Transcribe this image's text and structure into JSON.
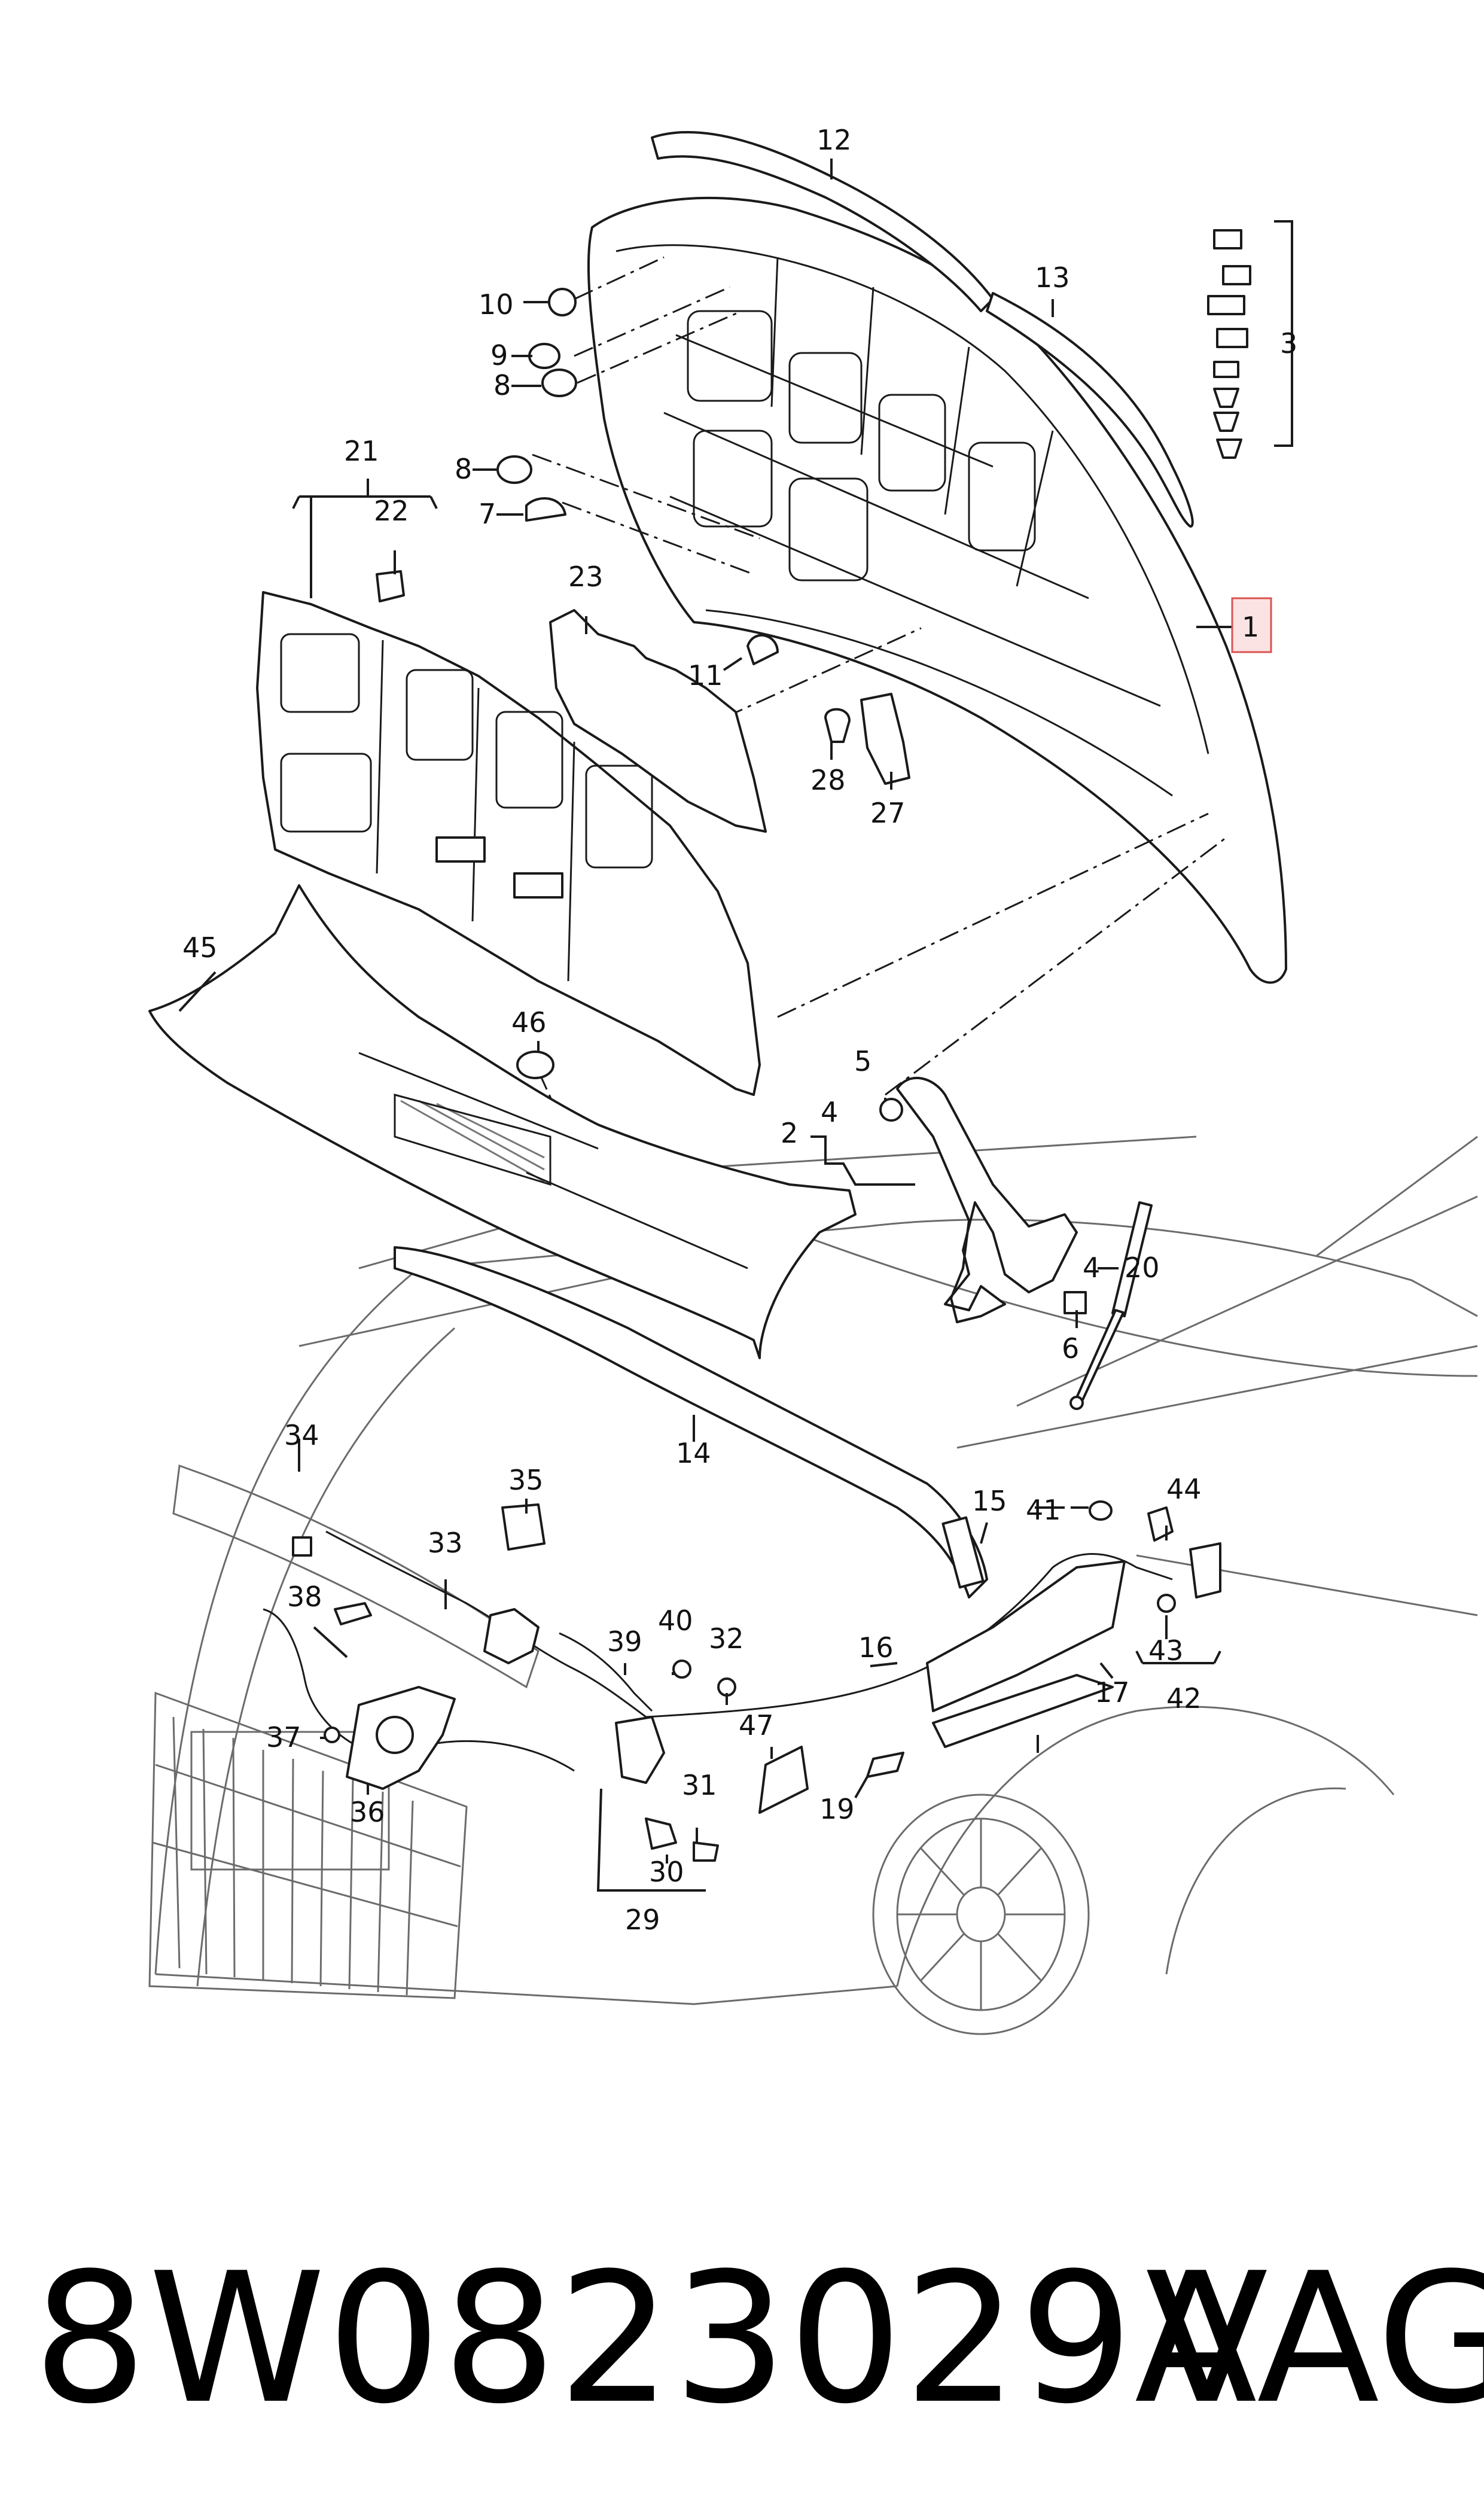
{
  "diagram": {
    "highlight_color": "#d9534f",
    "callouts": {
      "c1": "1",
      "c2": "2",
      "c3": "3",
      "c4a": "4",
      "c4b": "4",
      "c5": "5",
      "c6": "6",
      "c7": "7",
      "c8a": "8",
      "c8b": "8",
      "c9": "9",
      "c10": "10",
      "c11": "11",
      "c12": "12",
      "c13": "13",
      "c14": "14",
      "c15": "15",
      "c16": "16",
      "c17": "17",
      "c19": "19",
      "c20": "20",
      "c21": "21",
      "c22": "22",
      "c23": "23",
      "c27": "27",
      "c28": "28",
      "c29": "29",
      "c30": "30",
      "c31": "31",
      "c32": "32",
      "c33": "33",
      "c34": "34",
      "c35": "35",
      "c36": "36",
      "c37": "37",
      "c38": "38",
      "c39": "39",
      "c40": "40",
      "c41": "41",
      "c42": "42",
      "c43": "43",
      "c44": "44",
      "c45": "45",
      "c46": "46",
      "c47": "47"
    }
  },
  "footer": {
    "part_number": "8W0823029A",
    "brand": "VAG"
  }
}
